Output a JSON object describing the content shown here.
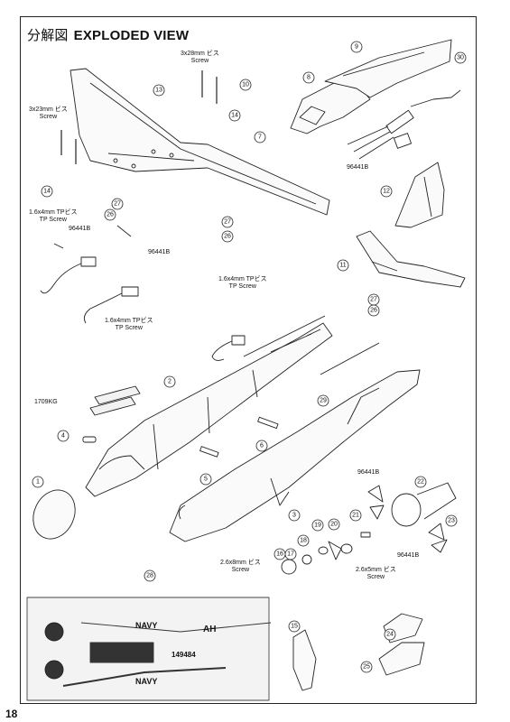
{
  "title": {
    "jp": "分解図",
    "en": "EXPLODED VIEW"
  },
  "page_number": "18",
  "labels": {
    "screw_3x28": {
      "line1": "3x28mm ビス",
      "line2": "Screw"
    },
    "screw_3x23": {
      "line1": "3x23mm ビス",
      "line2": "Screw"
    },
    "tp_screw_left": {
      "line1": "1.6x4mm  TPビス",
      "line2": "TP Screw"
    },
    "tp_screw_mid": {
      "line1": "1.6x4mm  TPビス",
      "line2": "TP Screw"
    },
    "tp_screw_right": {
      "line1": "1.6x4mm  TPビス",
      "line2": "TP Screw"
    },
    "screw_2_6x8": {
      "line1": "2.6x8mm  ビス",
      "line2": "Screw"
    },
    "screw_2_6x5": {
      "line1": "2.6x5mm  ビス",
      "line2": "Screw"
    },
    "code_96441b_a": "96441B",
    "code_96441b_b": "96441B",
    "code_96441b_c": "96441B",
    "code_96441b_d": "96441B",
    "code_96441b_e": "96441B",
    "code_1709kg": "1709KG"
  },
  "part_numbers": [
    "1",
    "2",
    "3",
    "4",
    "5",
    "6",
    "7",
    "8",
    "9",
    "10",
    "11",
    "12",
    "13",
    "14",
    "14",
    "15",
    "16",
    "17",
    "18",
    "19",
    "20",
    "21",
    "22",
    "23",
    "24",
    "25",
    "26",
    "26",
    "26",
    "27",
    "27",
    "27",
    "28",
    "29",
    "30"
  ],
  "decal_sheet": {
    "text_navy": "NAVY",
    "text_navy_top": "NAVY",
    "text_number": "149484",
    "text_ah": "AH"
  }
}
